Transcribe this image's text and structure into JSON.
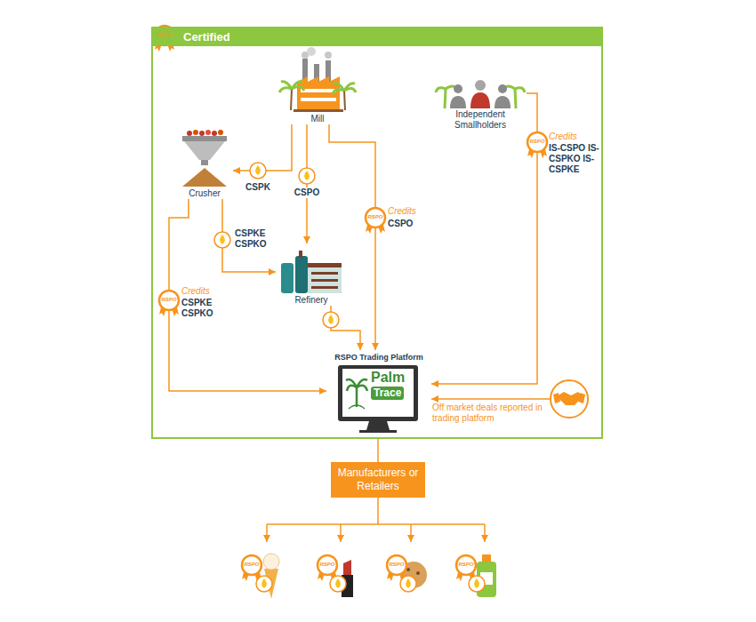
{
  "diagram": {
    "nodes": [
      {
        "text": [
          "Certified"
        ]
      },
      {
        "text": [
          "Mill"
        ],
        "in": 0
      },
      {
        "text": [
          "Independent Smallholders"
        ],
        "in": 0
      },
      {
        "text": [
          "Crusher"
        ],
        "in": 0
      },
      {
        "text": [
          "Refinery"
        ],
        "in": 0
      },
      {
        "text": [
          "RSPO Trading Platform",
          "Palm",
          "Trace"
        ],
        "in": 0
      },
      {
        "text": [
          "Off market deals reported in trading platform"
        ],
        "in": 0
      },
      {
        "text": [
          "Manufacturers or Retailers"
        ]
      }
    ],
    "edges": [
      {
        "from": 1,
        "to": 3,
        "label": "CSPK",
        "arrow": "to"
      },
      {
        "from": 1,
        "to": 4,
        "label": "CSPO",
        "arrow": "to"
      },
      {
        "from": 1,
        "to": 5,
        "label": "CSPO",
        "arrow": "to"
      },
      {
        "from": 2,
        "to": 5,
        "label": "IS-CSPO IS-CSPKO IS-CSPKE",
        "arrow": "to"
      },
      {
        "from": 3,
        "to": 4,
        "label": "CSPKE CSPKO",
        "arrow": "to"
      },
      {
        "from": 3,
        "to": 5,
        "label": "CSPKE CSPKO",
        "arrow": "to"
      },
      {
        "from": 4,
        "to": 5,
        "arrow": "to"
      },
      {
        "from": 6,
        "to": 5,
        "arrow": "to"
      },
      {
        "from": 5,
        "to": 7,
        "arrow": "none"
      }
    ],
    "labels": [
      "RSPO",
      "RSPO",
      "Credits",
      "RSPO",
      "Credits",
      "RSPO",
      "Credits",
      "RSPO",
      "RSPO",
      "RSPO",
      "RSPO"
    ]
  }
}
